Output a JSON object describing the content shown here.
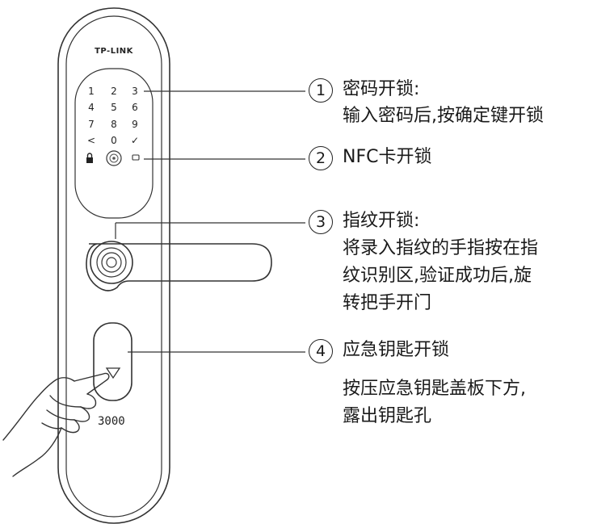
{
  "brand": "TP-LINK",
  "model_label": "3000",
  "keypad": {
    "keys": [
      "1",
      "2",
      "3",
      "4",
      "5",
      "6",
      "7",
      "8",
      "9",
      "<",
      "0",
      "✓"
    ]
  },
  "callouts": [
    {
      "number": "1",
      "title": "密码开锁:",
      "desc_lines": [
        "输入密码后,按确定键开锁"
      ]
    },
    {
      "number": "2",
      "title": "NFC卡开锁",
      "desc_lines": []
    },
    {
      "number": "3",
      "title": "指纹开锁:",
      "desc_lines": [
        "将录入指纹的手指按在指",
        "纹识别区,验证成功后,旋",
        "转把手开门"
      ]
    },
    {
      "number": "4",
      "title": "应急钥匙开锁",
      "desc_lines": [
        "按压应急钥匙盖板下方,",
        "露出钥匙孔"
      ]
    }
  ]
}
